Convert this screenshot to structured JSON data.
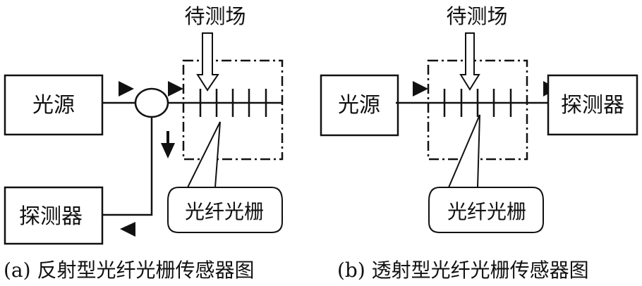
{
  "panel_a": {
    "field_label": "待测场",
    "source_label": "光源",
    "detector_label": "探测器",
    "grating_label": "光纤光栅",
    "caption": "(a) 反射型光纤光栅传感器图"
  },
  "panel_b": {
    "field_label": "待测场",
    "source_label": "光源",
    "detector_label": "探测器",
    "grating_label": "光纤光栅",
    "caption": "(b) 透射型光纤光栅传感器图"
  },
  "colors": {
    "stroke": "#111111",
    "background": "#ffffff"
  }
}
